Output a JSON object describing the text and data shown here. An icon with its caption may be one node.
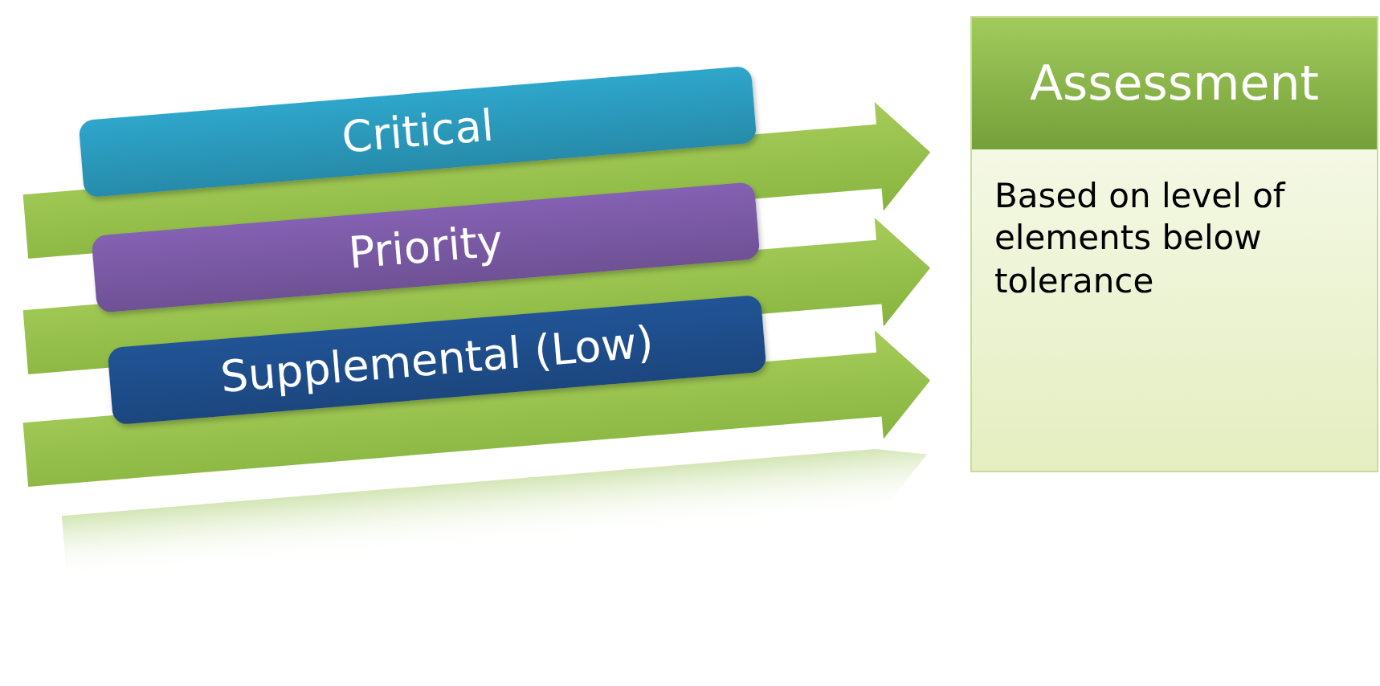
{
  "diagram": {
    "nodes": [
      {
        "text": [
          "Critical"
        ]
      },
      {
        "text": [
          "Priority"
        ]
      },
      {
        "text": [
          "Supplemental (Low)"
        ]
      },
      {
        "text": [
          "Assessment",
          "Based on level of elements below tolerance"
        ]
      }
    ],
    "edges": [
      {
        "from": 0,
        "to": 3,
        "arrow": "to"
      },
      {
        "from": 1,
        "to": 3,
        "arrow": "to"
      },
      {
        "from": 2,
        "to": 3,
        "arrow": "to"
      }
    ]
  }
}
